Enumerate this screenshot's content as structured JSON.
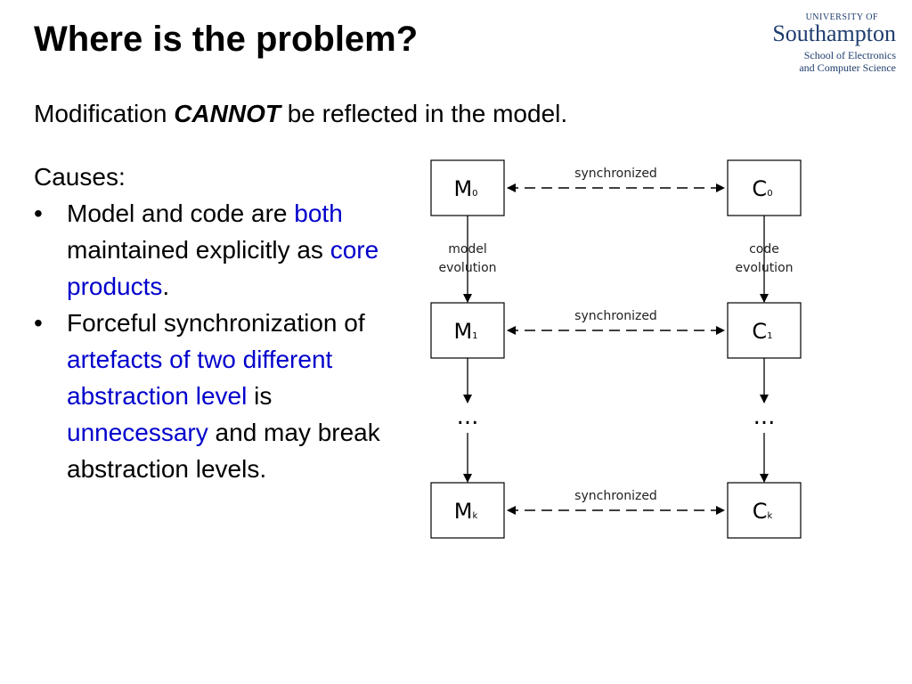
{
  "title": "Where is the problem?",
  "logo": {
    "university_of": "UNIVERSITY OF",
    "name": "Southampton",
    "school": "School of Electronics",
    "department": "and Computer Science"
  },
  "subtitle": {
    "before": "Modification ",
    "emphasis": "CANNOT",
    "after": " be reflected in the model."
  },
  "causes_heading": "Causes:",
  "bullets": [
    {
      "marker": "•",
      "parts": [
        {
          "text": "Model and code are ",
          "highlight": false
        },
        {
          "text": "both",
          "highlight": true
        },
        {
          "text": " maintained explicitly as ",
          "highlight": false
        },
        {
          "text": "core products",
          "highlight": true
        },
        {
          "text": ".",
          "highlight": false
        }
      ]
    },
    {
      "marker": "•",
      "parts": [
        {
          "text": "Forceful synchronization of ",
          "highlight": false
        },
        {
          "text": "artefacts of two different abstraction level",
          "highlight": true
        },
        {
          "text": " is ",
          "highlight": false
        },
        {
          "text": "unnecessary",
          "highlight": true
        },
        {
          "text": " and may break abstraction levels.",
          "highlight": false
        }
      ]
    }
  ],
  "colors": {
    "highlight": "#0000cc",
    "logo": "#1f3d6e"
  },
  "diagram": {
    "model_nodes": [
      {
        "letter": "M",
        "sub": "0"
      },
      {
        "letter": "M",
        "sub": "1"
      },
      {
        "letter": "M",
        "sub": "k"
      }
    ],
    "code_nodes": [
      {
        "letter": "C",
        "sub": "0"
      },
      {
        "letter": "C",
        "sub": "1"
      },
      {
        "letter": "C",
        "sub": "k"
      }
    ],
    "sync_label": "synchronized",
    "model_evolution": [
      "model",
      "evolution"
    ],
    "code_evolution": [
      "code",
      "evolution"
    ],
    "ellipsis": "..."
  }
}
